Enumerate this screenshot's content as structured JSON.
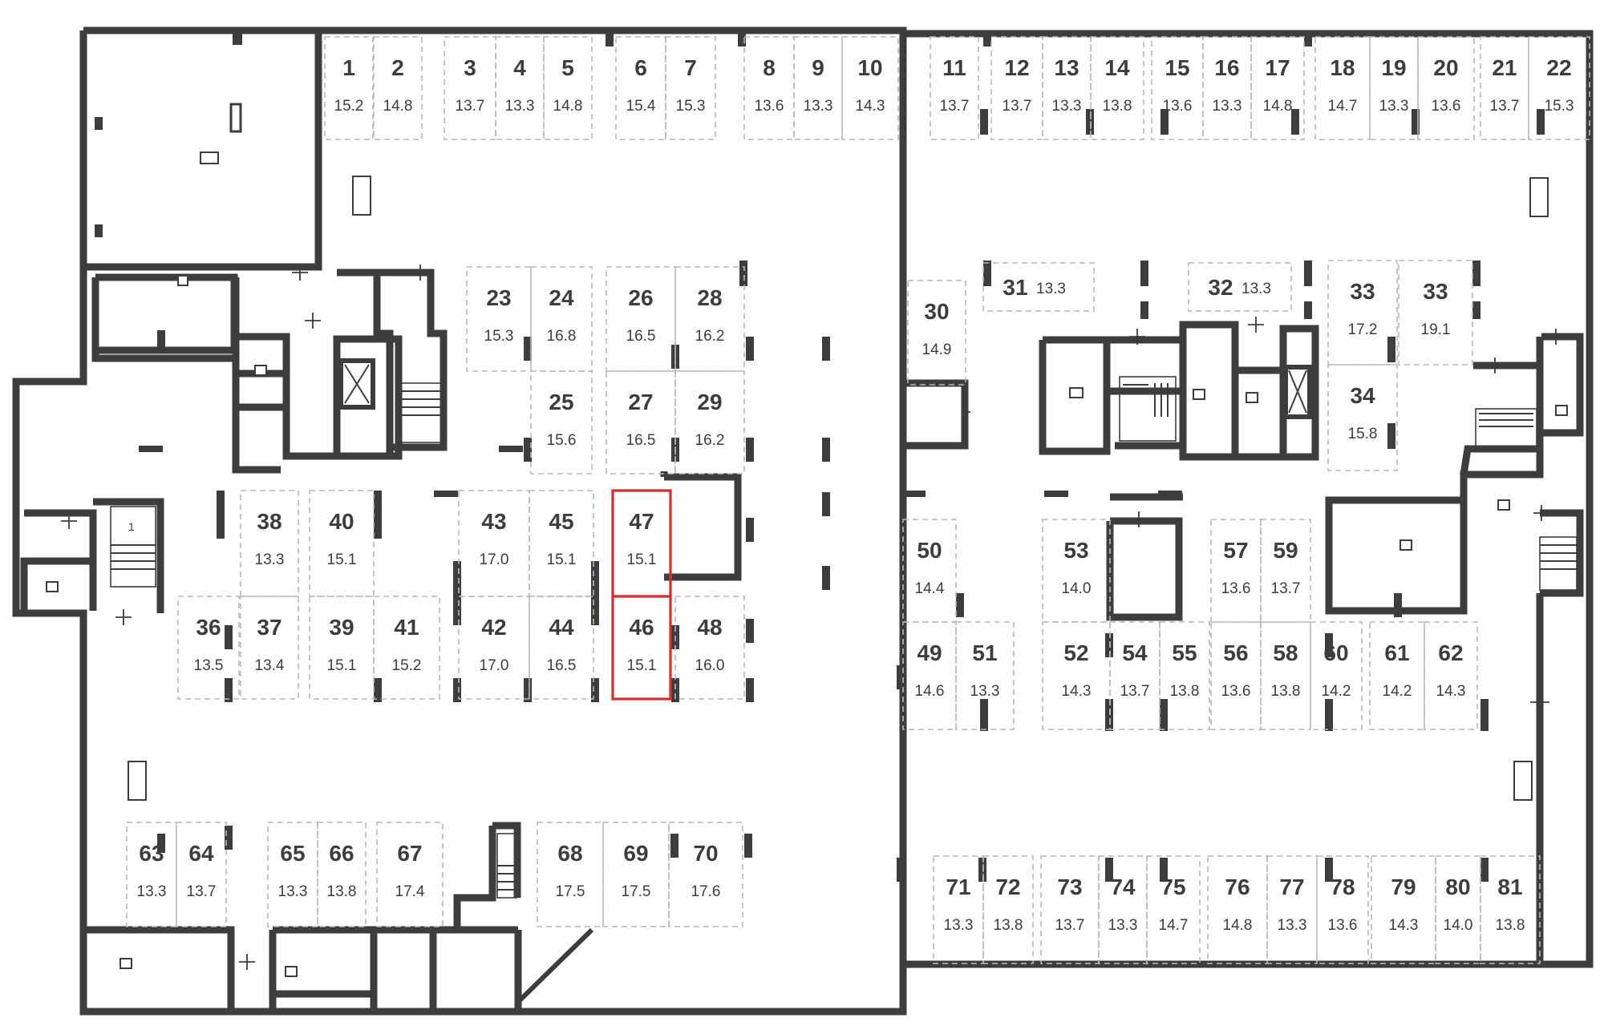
{
  "plan": {
    "selected_color": "#d62e2e",
    "stair_label": "1"
  },
  "spots": [
    {
      "id": "1",
      "area": "15.2"
    },
    {
      "id": "2",
      "area": "14.8"
    },
    {
      "id": "3",
      "area": "13.7"
    },
    {
      "id": "4",
      "area": "13.3"
    },
    {
      "id": "5",
      "area": "14.8"
    },
    {
      "id": "6",
      "area": "15.4"
    },
    {
      "id": "7",
      "area": "15.3"
    },
    {
      "id": "8",
      "area": "13.6"
    },
    {
      "id": "9",
      "area": "13.3"
    },
    {
      "id": "10",
      "area": "14.3"
    },
    {
      "id": "11",
      "area": "13.7"
    },
    {
      "id": "12",
      "area": "13.7"
    },
    {
      "id": "13",
      "area": "13.3"
    },
    {
      "id": "14",
      "area": "13.8"
    },
    {
      "id": "15",
      "area": "13.6"
    },
    {
      "id": "16",
      "area": "13.3"
    },
    {
      "id": "17",
      "area": "14.8"
    },
    {
      "id": "18",
      "area": "14.7"
    },
    {
      "id": "19",
      "area": "13.3"
    },
    {
      "id": "20",
      "area": "13.6"
    },
    {
      "id": "21",
      "area": "13.7"
    },
    {
      "id": "22",
      "area": "15.3"
    },
    {
      "id": "23",
      "area": "15.3"
    },
    {
      "id": "24",
      "area": "16.8"
    },
    {
      "id": "26",
      "area": "16.5"
    },
    {
      "id": "28",
      "area": "16.2"
    },
    {
      "id": "25",
      "area": "15.6"
    },
    {
      "id": "27",
      "area": "16.5"
    },
    {
      "id": "29",
      "area": "16.2"
    },
    {
      "id": "30",
      "area": "14.9"
    },
    {
      "id": "31",
      "area": "13.3"
    },
    {
      "id": "32",
      "area": "13.3"
    },
    {
      "id": "33",
      "area": "17.2"
    },
    {
      "id": "33",
      "area": "19.1"
    },
    {
      "id": "34",
      "area": "15.8"
    },
    {
      "id": "38",
      "area": "13.3"
    },
    {
      "id": "40",
      "area": "15.1"
    },
    {
      "id": "43",
      "area": "17.0"
    },
    {
      "id": "45",
      "area": "15.1"
    },
    {
      "id": "47",
      "area": "15.1",
      "selected": true
    },
    {
      "id": "36",
      "area": "13.5"
    },
    {
      "id": "37",
      "area": "13.4"
    },
    {
      "id": "39",
      "area": "15.1"
    },
    {
      "id": "41",
      "area": "15.2"
    },
    {
      "id": "42",
      "area": "17.0"
    },
    {
      "id": "44",
      "area": "16.5"
    },
    {
      "id": "46",
      "area": "15.1",
      "selected": true
    },
    {
      "id": "48",
      "area": "16.0"
    },
    {
      "id": "50",
      "area": "14.4"
    },
    {
      "id": "53",
      "area": "14.0"
    },
    {
      "id": "57",
      "area": "13.6"
    },
    {
      "id": "59",
      "area": "13.7"
    },
    {
      "id": "49",
      "area": "14.6"
    },
    {
      "id": "51",
      "area": "13.3"
    },
    {
      "id": "52",
      "area": "14.3"
    },
    {
      "id": "54",
      "area": "13.7"
    },
    {
      "id": "55",
      "area": "13.8"
    },
    {
      "id": "56",
      "area": "13.6"
    },
    {
      "id": "58",
      "area": "13.8"
    },
    {
      "id": "60",
      "area": "14.2"
    },
    {
      "id": "61",
      "area": "14.2"
    },
    {
      "id": "62",
      "area": "14.3"
    },
    {
      "id": "63",
      "area": "13.3"
    },
    {
      "id": "64",
      "area": "13.7"
    },
    {
      "id": "65",
      "area": "13.3"
    },
    {
      "id": "66",
      "area": "13.8"
    },
    {
      "id": "67",
      "area": "17.4"
    },
    {
      "id": "68",
      "area": "17.5"
    },
    {
      "id": "69",
      "area": "17.5"
    },
    {
      "id": "70",
      "area": "17.6"
    },
    {
      "id": "71",
      "area": "13.3"
    },
    {
      "id": "72",
      "area": "13.8"
    },
    {
      "id": "73",
      "area": "13.7"
    },
    {
      "id": "74",
      "area": "13.3"
    },
    {
      "id": "75",
      "area": "14.7"
    },
    {
      "id": "76",
      "area": "14.8"
    },
    {
      "id": "77",
      "area": "13.3"
    },
    {
      "id": "78",
      "area": "13.6"
    },
    {
      "id": "79",
      "area": "14.3"
    },
    {
      "id": "80",
      "area": "14.0"
    },
    {
      "id": "81",
      "area": "13.8"
    }
  ]
}
